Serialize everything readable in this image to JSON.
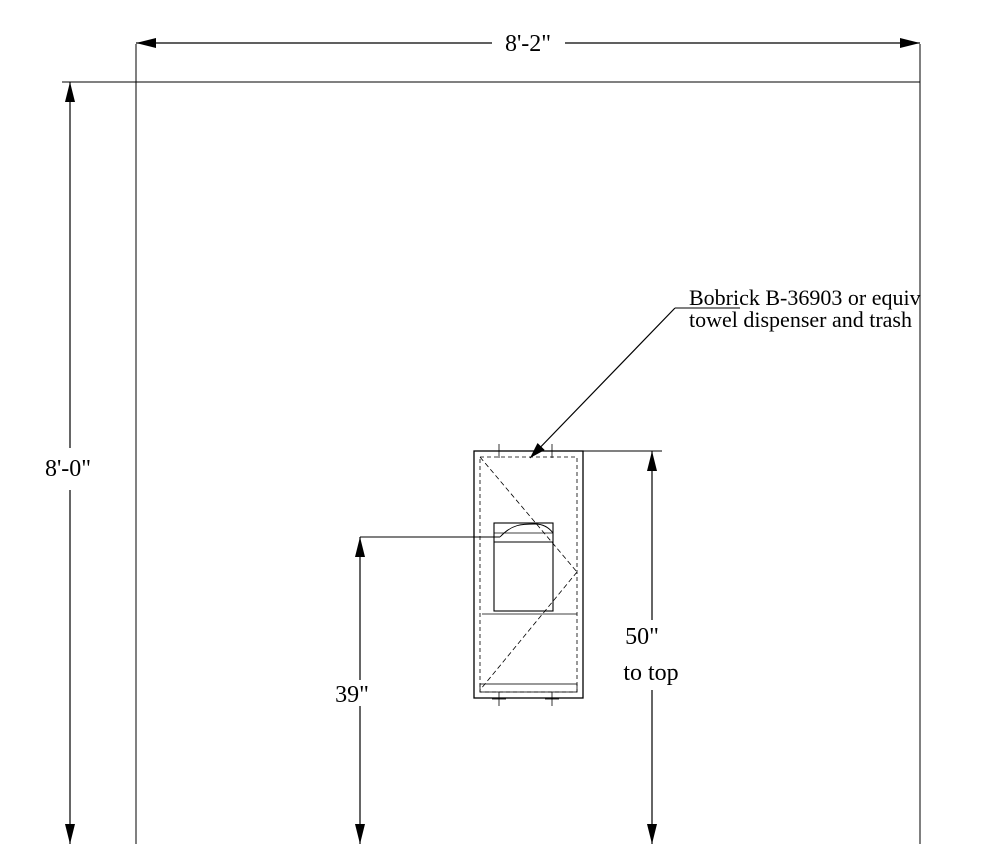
{
  "dimensions": {
    "width": "8'-2\"",
    "height": "8'-0\"",
    "mount_height": "39\"",
    "top_height_value": "50\"",
    "top_height_note": "to top"
  },
  "callout": {
    "line1": "Bobrick B-36903 or equiv",
    "line2": "towel dispenser and trash"
  },
  "colors": {
    "line": "#000000",
    "background": "#ffffff"
  }
}
